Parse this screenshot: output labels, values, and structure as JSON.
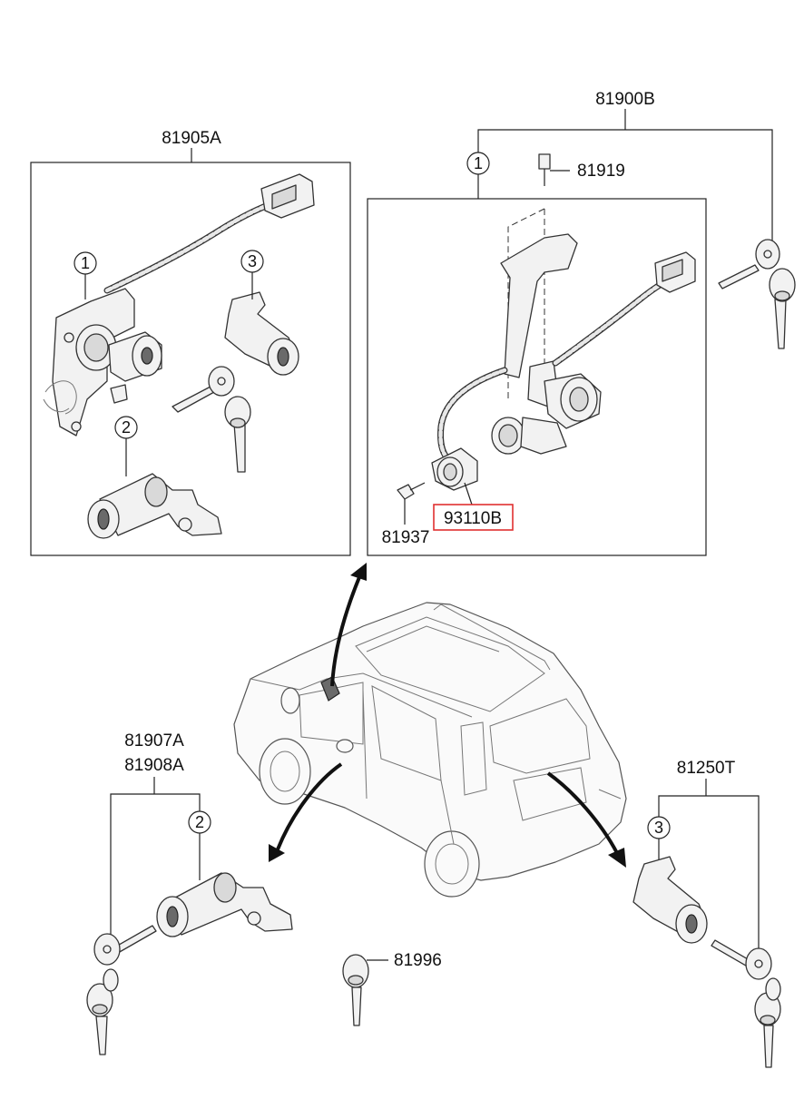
{
  "parts": {
    "lock_kit_left": "81905A",
    "lock_kit_right": "81900B",
    "bolt": "81919",
    "screw": "81937",
    "highlighted_part": "93110B",
    "door_lock_a": "81907A",
    "door_lock_b": "81908A",
    "tailgate_lock": "81250T",
    "blank_key": "81996"
  },
  "callouts": {
    "one": "1",
    "two": "2",
    "three": "3"
  },
  "colors": {
    "highlight_box": "#e03030",
    "line_art": "#222222"
  }
}
